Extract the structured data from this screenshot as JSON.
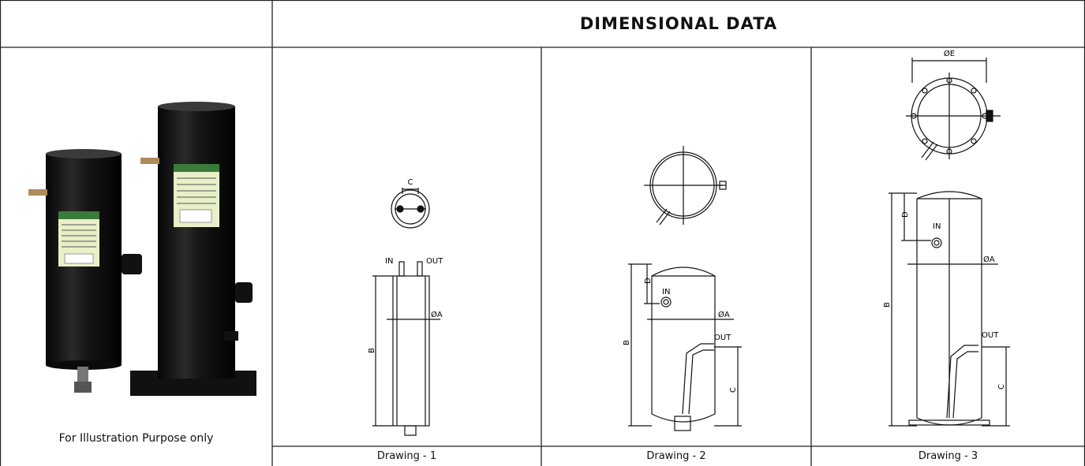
{
  "header": {
    "title": "DIMENSIONAL DATA"
  },
  "photo": {
    "caption": "For Illustration Purpose only"
  },
  "drawings": [
    {
      "caption": "Drawing - 1",
      "labels": {
        "c": "C",
        "in": "IN",
        "out": "OUT",
        "a": "ØA",
        "b": "B"
      }
    },
    {
      "caption": "Drawing - 2",
      "labels": {
        "d": "D",
        "in": "IN",
        "a": "ØA",
        "out": "OUT",
        "b": "B",
        "c": "C"
      }
    },
    {
      "caption": "Drawing - 3",
      "labels": {
        "e": "ØE",
        "d": "D",
        "in": "IN",
        "a": "ØA",
        "b": "B",
        "out": "OUT",
        "c": "C"
      }
    }
  ]
}
